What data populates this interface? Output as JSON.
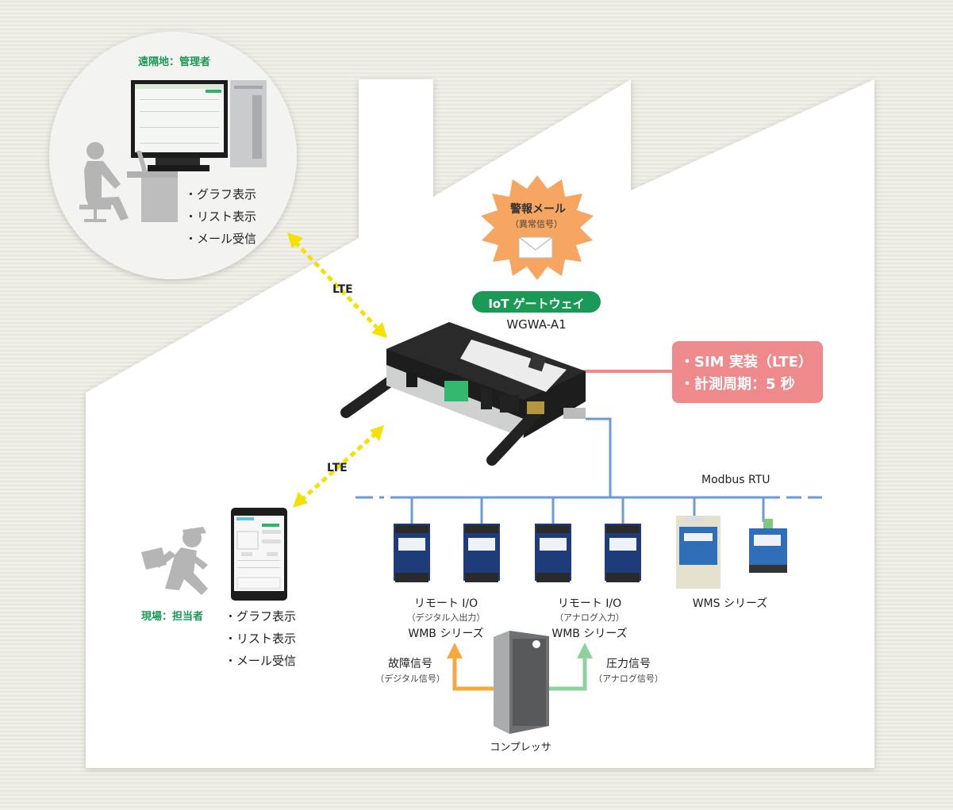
{
  "admin": {
    "title": "遠隔地：管理者",
    "features": [
      "・グラフ表示",
      "・リスト表示",
      "・メール受信"
    ]
  },
  "field": {
    "title": "現場：担当者",
    "features": [
      "・グラフ表示",
      "・リスト表示",
      "・メール受信"
    ]
  },
  "links": {
    "lte_top": "LTE",
    "lte_bottom": "LTE"
  },
  "alarm": {
    "title": "警報メール",
    "sub": "（異常信号）"
  },
  "gateway": {
    "badge": "IoT ゲートウェイ",
    "model": "WGWA-A1"
  },
  "spec": {
    "line1": "・SIM 実装（LTE）",
    "line2": "・計測周期：5 秒"
  },
  "bus": {
    "label": "Modbus RTU"
  },
  "devices": {
    "digital": {
      "name": "リモート I/O",
      "sub": "（デジタル入出力）",
      "series": "WMB シリーズ"
    },
    "analog": {
      "name": "リモート I/O",
      "sub": "（アナログ入力）",
      "series": "WMB シリーズ"
    },
    "wms": {
      "series": "WMS シリーズ"
    }
  },
  "signals": {
    "fault": {
      "name": "故障信号",
      "sub": "（デジタル信号）"
    },
    "pressure": {
      "name": "圧力信号",
      "sub": "（アナログ信号）"
    }
  },
  "compressor": {
    "label": "コンプレッサ"
  },
  "colors": {
    "green": "#1a9a55",
    "pink": "#ee8a8c",
    "bus_blue": "#6b9bd6",
    "orange_arrow": "#f5a93e",
    "green_arrow": "#8fd19e",
    "burst": "#f6a660",
    "lte_arrow": "#f3e200"
  }
}
